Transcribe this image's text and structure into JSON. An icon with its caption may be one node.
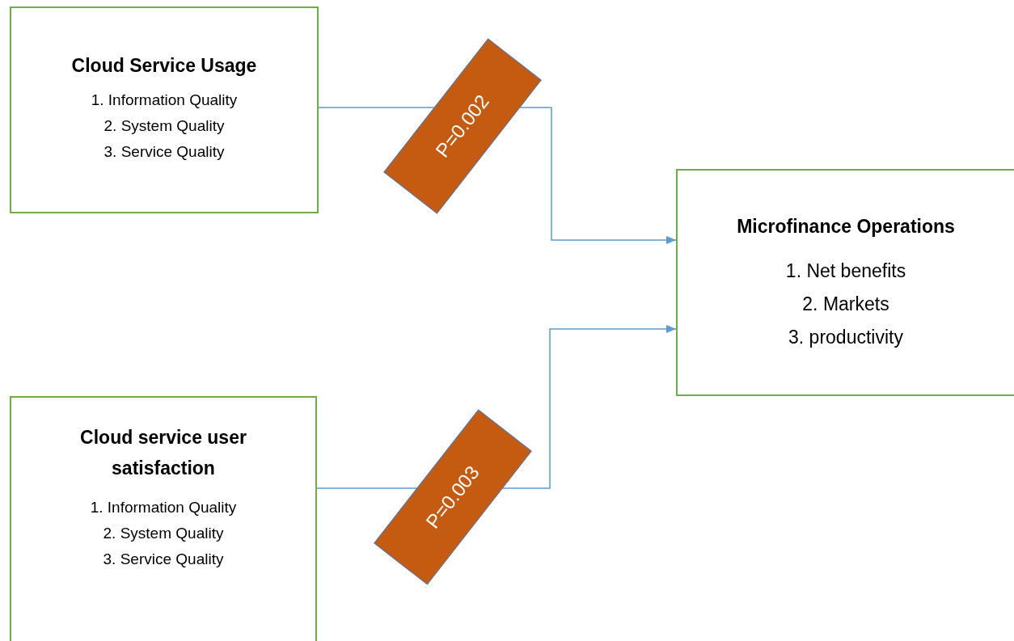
{
  "diagram": {
    "nodes": [
      {
        "text": [
          "Cloud Service Usage",
          "1. Information Quality",
          "2. System Quality",
          "3. Service Quality"
        ]
      },
      {
        "text": [
          "Microfinance Operations",
          "1. Net benefits",
          "2. Markets",
          "3. productivity"
        ]
      },
      {
        "text": [
          "Cloud service user satisfaction",
          "1. Information Quality",
          "2. System Quality",
          "3. Service Quality"
        ]
      }
    ],
    "edges": [
      {
        "from": 0,
        "to": 1,
        "arrow": "to",
        "label": "P=0.002"
      },
      {
        "from": 2,
        "to": 1,
        "arrow": "to",
        "label": "P=0.003"
      }
    ]
  }
}
